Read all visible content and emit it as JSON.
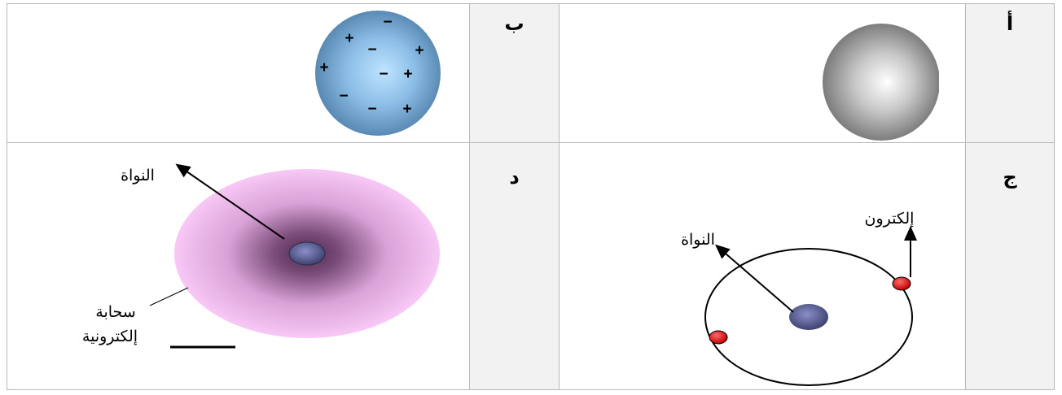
{
  "rows": [
    {
      "right_label": "أ",
      "left_label": "ب",
      "models": {
        "a": {
          "type": "solid-sphere"
        },
        "b": {
          "type": "plum-pudding",
          "charges": [
            "−",
            "+",
            "−",
            "+",
            "+",
            "−",
            "+",
            "−",
            "−",
            "+"
          ]
        }
      }
    },
    {
      "right_label": "ج",
      "left_label": "د",
      "models": {
        "c": {
          "type": "planetary",
          "nucleus_label": "النواة",
          "electron_label": "إلكترون"
        },
        "d": {
          "type": "electron-cloud",
          "nucleus_label": "النواة",
          "cloud_label_line1": "سحابة",
          "cloud_label_line2": "إلكترونية"
        }
      }
    }
  ],
  "colors": {
    "border": "#b9b9b9",
    "label_bg": "#f2f2f2",
    "sphere_a": "#777777",
    "sphere_b": "#6a9ec6",
    "electron": "#e00000",
    "nucleus": "#4b5082",
    "cloud": "#f6c2f4"
  }
}
